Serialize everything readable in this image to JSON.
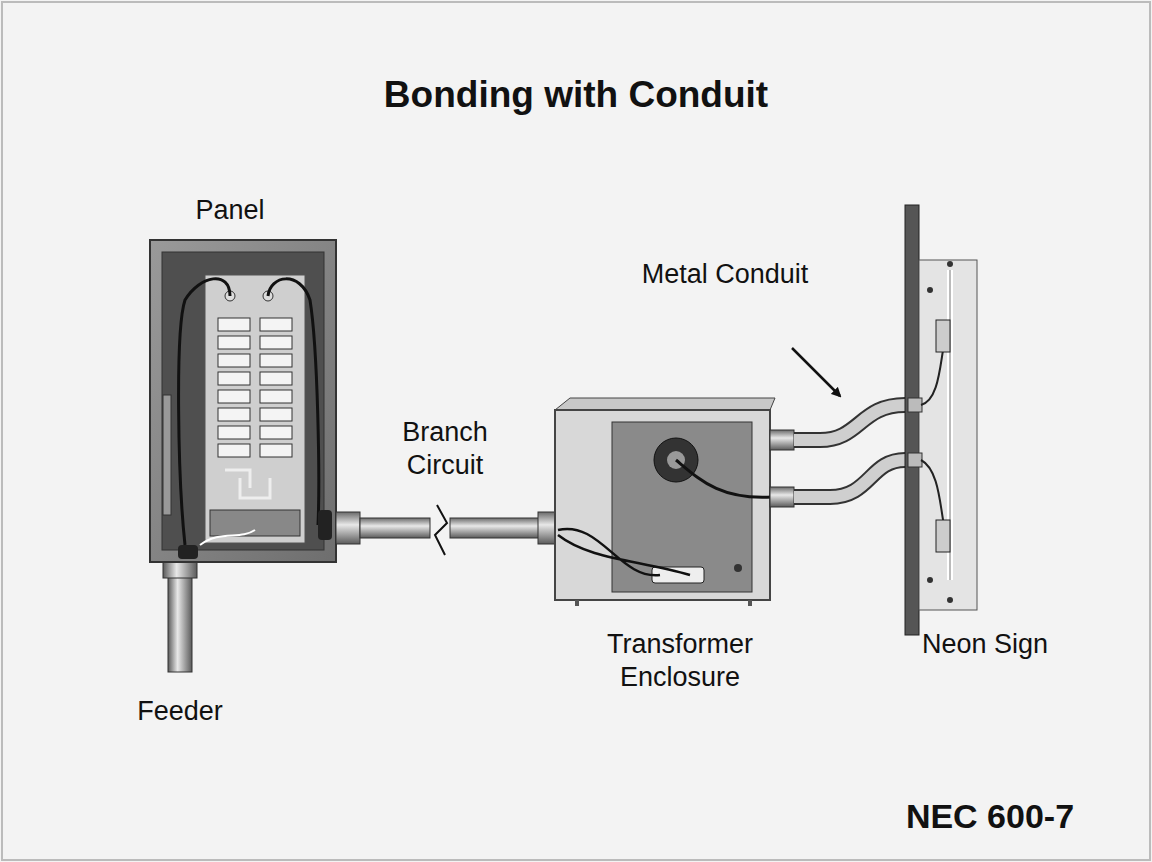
{
  "diagram": {
    "title": "Bonding with Conduit",
    "labels": [
      "Panel",
      "Feeder",
      "Branch Circuit",
      "Metal Conduit",
      "Transformer Enclosure",
      "Neon Sign",
      "NEC 600-7"
    ]
  }
}
